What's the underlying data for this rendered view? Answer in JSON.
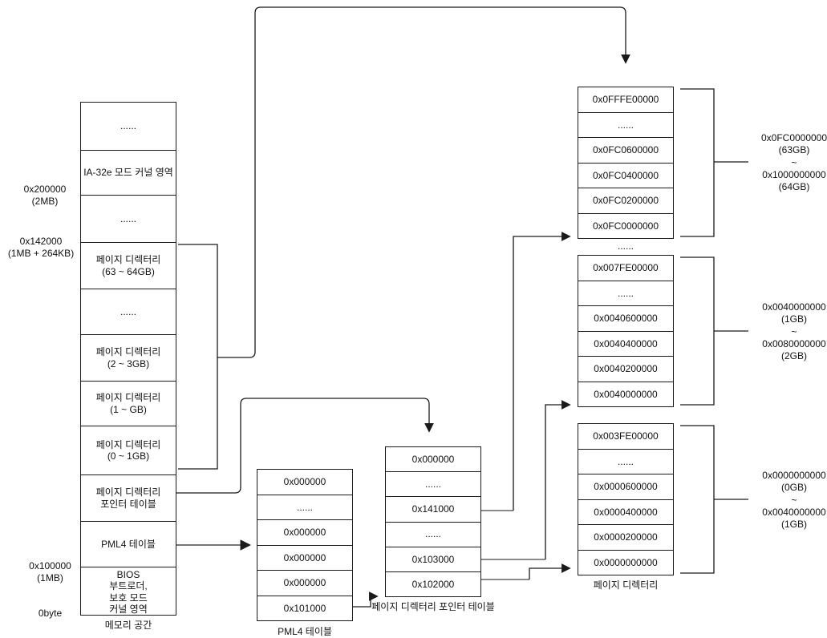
{
  "memory": {
    "caption": "메모리 공간",
    "rows": [
      "......",
      "IA-32e 모드 커널 영역",
      "......",
      "페이지 디렉터리\n(63 ~ 64GB)",
      "......",
      "페이지 디렉터리\n(2 ~ 3GB)",
      "페이지 디렉터리\n(1 ~ GB)",
      "페이지 디렉터리\n(0 ~ 1GB)",
      "페이지 디렉터리\n포인터 테이블",
      "PML4 테이블",
      "BIOS\n부트로더,\n보호 모드\n커널 영역"
    ],
    "left_labels": [
      "0x200000\n(2MB)",
      "0x142000\n(1MB + 264KB)",
      "0x100000\n(1MB)",
      "0byte"
    ]
  },
  "pml4": {
    "caption": "PML4 테이블",
    "rows": [
      "0x000000",
      "......",
      "0x000000",
      "0x000000",
      "0x000000",
      "0x101000"
    ]
  },
  "pdpt": {
    "caption": "페이지 디렉터리 포인터 테이블",
    "rows": [
      "0x000000",
      "......",
      "0x141000",
      "......",
      "0x103000",
      "0x102000"
    ]
  },
  "page_directories": {
    "caption": "페이지 디렉터리",
    "gap_ellipsis": "......",
    "top": {
      "rows": [
        "0x0FFFE00000",
        "......",
        "0x0FC0600000",
        "0x0FC0400000",
        "0x0FC0200000",
        "0x0FC0000000"
      ],
      "range": "0x0FC0000000\n(63GB)\n~\n0x1000000000\n(64GB)"
    },
    "middle": {
      "rows": [
        "0x007FE00000",
        "......",
        "0x0040600000",
        "0x0040400000",
        "0x0040200000",
        "0x0040000000"
      ],
      "range": "0x0040000000\n(1GB)\n~\n0x0080000000\n(2GB)"
    },
    "bottom": {
      "rows": [
        "0x003FE00000",
        "......",
        "0x0000600000",
        "0x0000400000",
        "0x0000200000",
        "0x0000000000"
      ],
      "range": "0x0000000000\n(0GB)\n~\n0x0040000000\n(1GB)"
    }
  },
  "colors": {
    "line": "#1a1a1a",
    "stub_gray": "#8a8a8a",
    "background": "#ffffff"
  }
}
